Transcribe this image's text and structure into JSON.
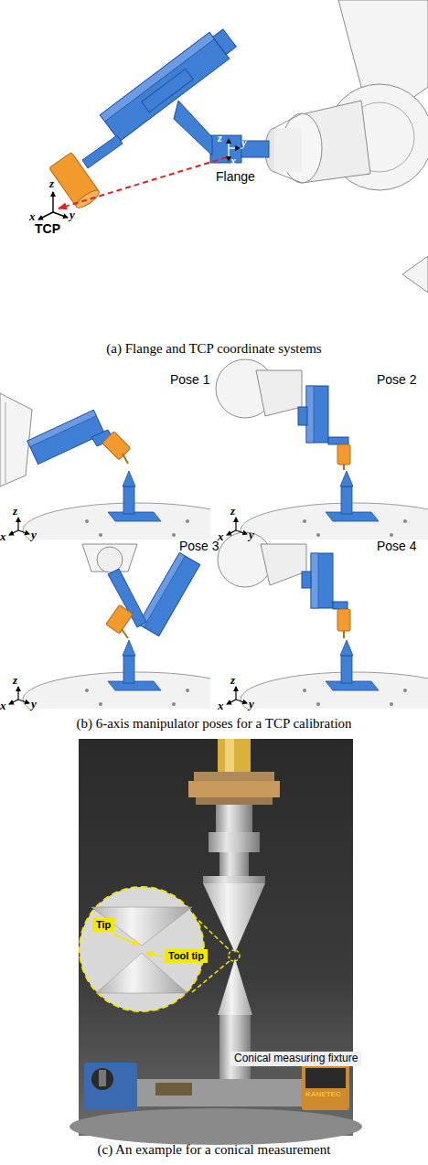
{
  "diagram": {
    "nodes": [
      {
        "text": [
          "Tip"
        ]
      },
      {
        "text": [
          "Tool tip"
        ]
      },
      {
        "text": [
          "Conical measuring fixture"
        ]
      }
    ],
    "labels": [
      "z",
      "x",
      "y",
      "TCP",
      "z",
      "y",
      "x",
      "Flange",
      "(a) Flange and TCP coordinate systems",
      "Pose 1",
      "Pose 2",
      "Pose 3",
      "Pose 4",
      "x",
      "z",
      "y",
      "x",
      "z",
      "y",
      "x",
      "z",
      "y",
      "x",
      "z",
      "y",
      "(b) 6-axis manipulator poses for a TCP calibration",
      "KANETEC",
      "(c) An example for a conical measurement"
    ]
  }
}
